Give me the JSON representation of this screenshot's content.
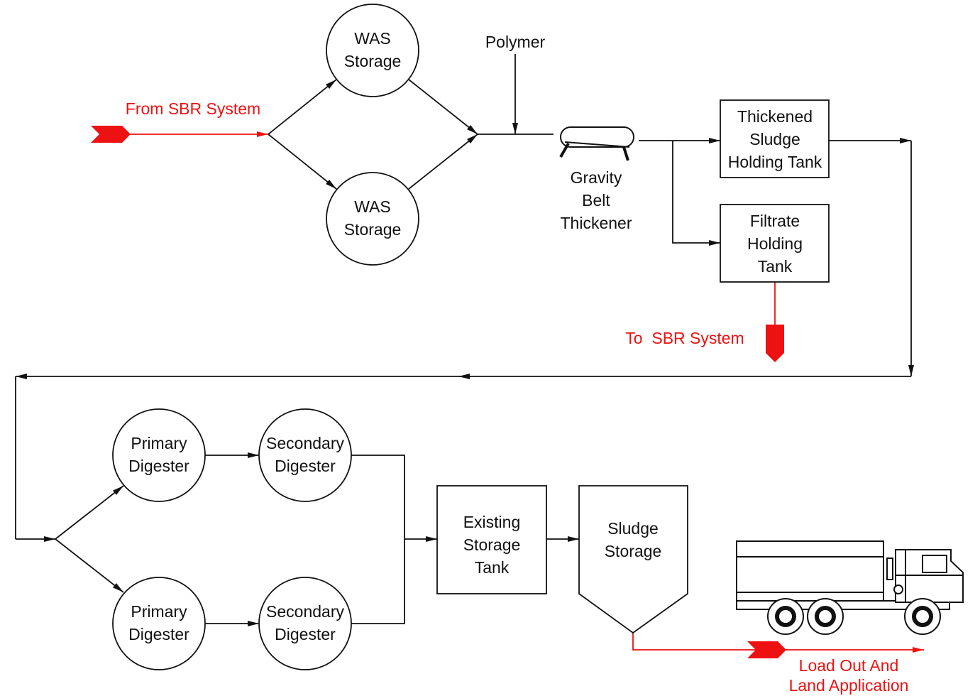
{
  "colors": {
    "line": "#111111",
    "accent": "#ee1111",
    "background": "#ffffff"
  },
  "inputs": {
    "from_sbr": "From SBR System",
    "polymer": "Polymer"
  },
  "nodes": {
    "was_storage_1": [
      "WAS",
      "Storage"
    ],
    "was_storage_2": [
      "WAS",
      "Storage"
    ],
    "gravity_belt_thickener": [
      "Gravity",
      "Belt",
      "Thickener"
    ],
    "thickened_sludge_tank": [
      "Thickened",
      "Sludge",
      "Holding Tank"
    ],
    "filtrate_holding_tank": [
      "Filtrate",
      "Holding",
      "Tank"
    ],
    "primary_digester_1": [
      "Primary",
      "Digester"
    ],
    "primary_digester_2": [
      "Primary",
      "Digester"
    ],
    "secondary_digester_1": [
      "Secondary",
      "Digester"
    ],
    "secondary_digester_2": [
      "Secondary",
      "Digester"
    ],
    "existing_storage_tank": [
      "Existing",
      "Storage",
      "Tank"
    ],
    "sludge_storage": [
      "Sludge",
      "Storage"
    ]
  },
  "outputs": {
    "to_sbr": "To  SBR System",
    "load_out": [
      "Load Out And",
      "Land Application"
    ]
  },
  "icons": {
    "thickener": "gravity-belt-thickener-icon",
    "truck": "truck-icon",
    "tag": "flow-tag-icon"
  }
}
